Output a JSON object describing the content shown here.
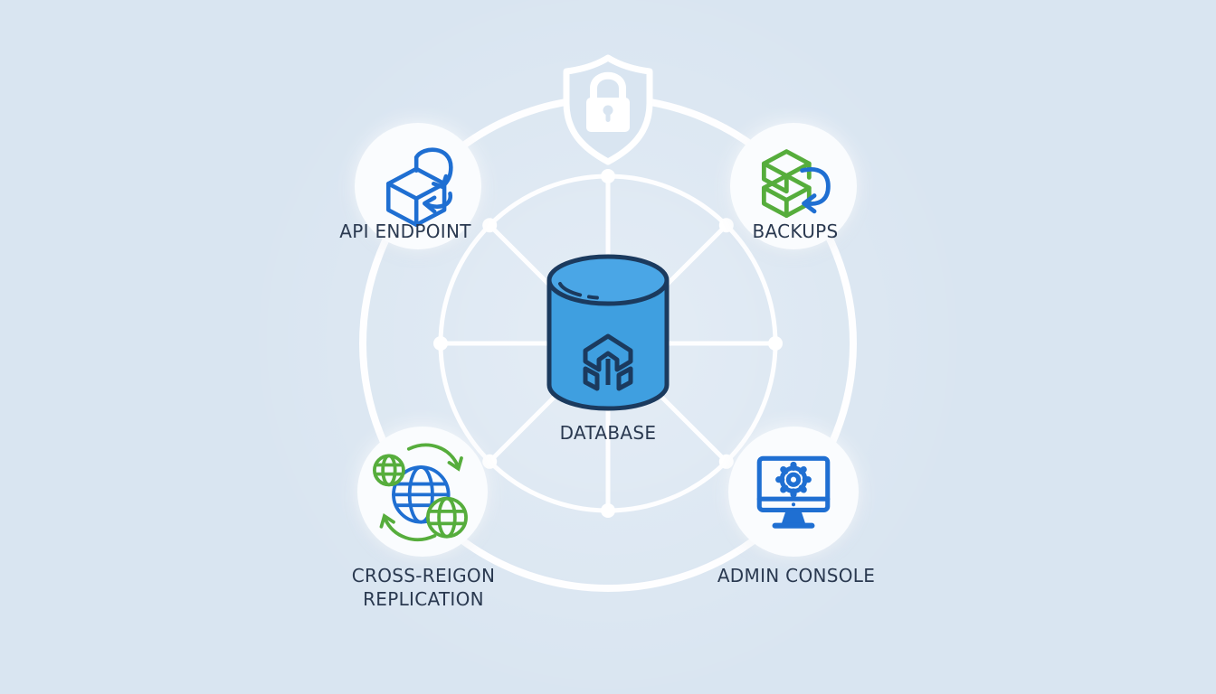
{
  "diagram": {
    "center": {
      "label": "DATABASE",
      "icon": "database-cylinder-icon"
    },
    "top": {
      "icon": "security-shield-lock-icon"
    },
    "satellites": [
      {
        "id": "api-endpoint",
        "label": "API ENDPOINT",
        "icon": "box-sync-arrows-icon"
      },
      {
        "id": "backups",
        "label": "BACKUPS",
        "icon": "stacked-cubes-restore-icon"
      },
      {
        "id": "cross-region-replication",
        "label_line1": "CROSS-REIGON",
        "label_line2": "REPLICATION",
        "icon": "globes-replication-icon"
      },
      {
        "id": "admin-console",
        "label": "ADMIN CONSOLE",
        "icon": "monitor-gear-icon"
      }
    ]
  },
  "colors": {
    "bg": "#d9e5f1",
    "line": "#ffffff",
    "circle-fill": "#fafcfe",
    "icon-blue": "#1f6fd2",
    "icon-green": "#56ad3c",
    "db-fill": "#3f9fe0",
    "db-top-fill": "#4aa6e6",
    "navy": "#1b3a5e",
    "label": "#2a3950"
  }
}
